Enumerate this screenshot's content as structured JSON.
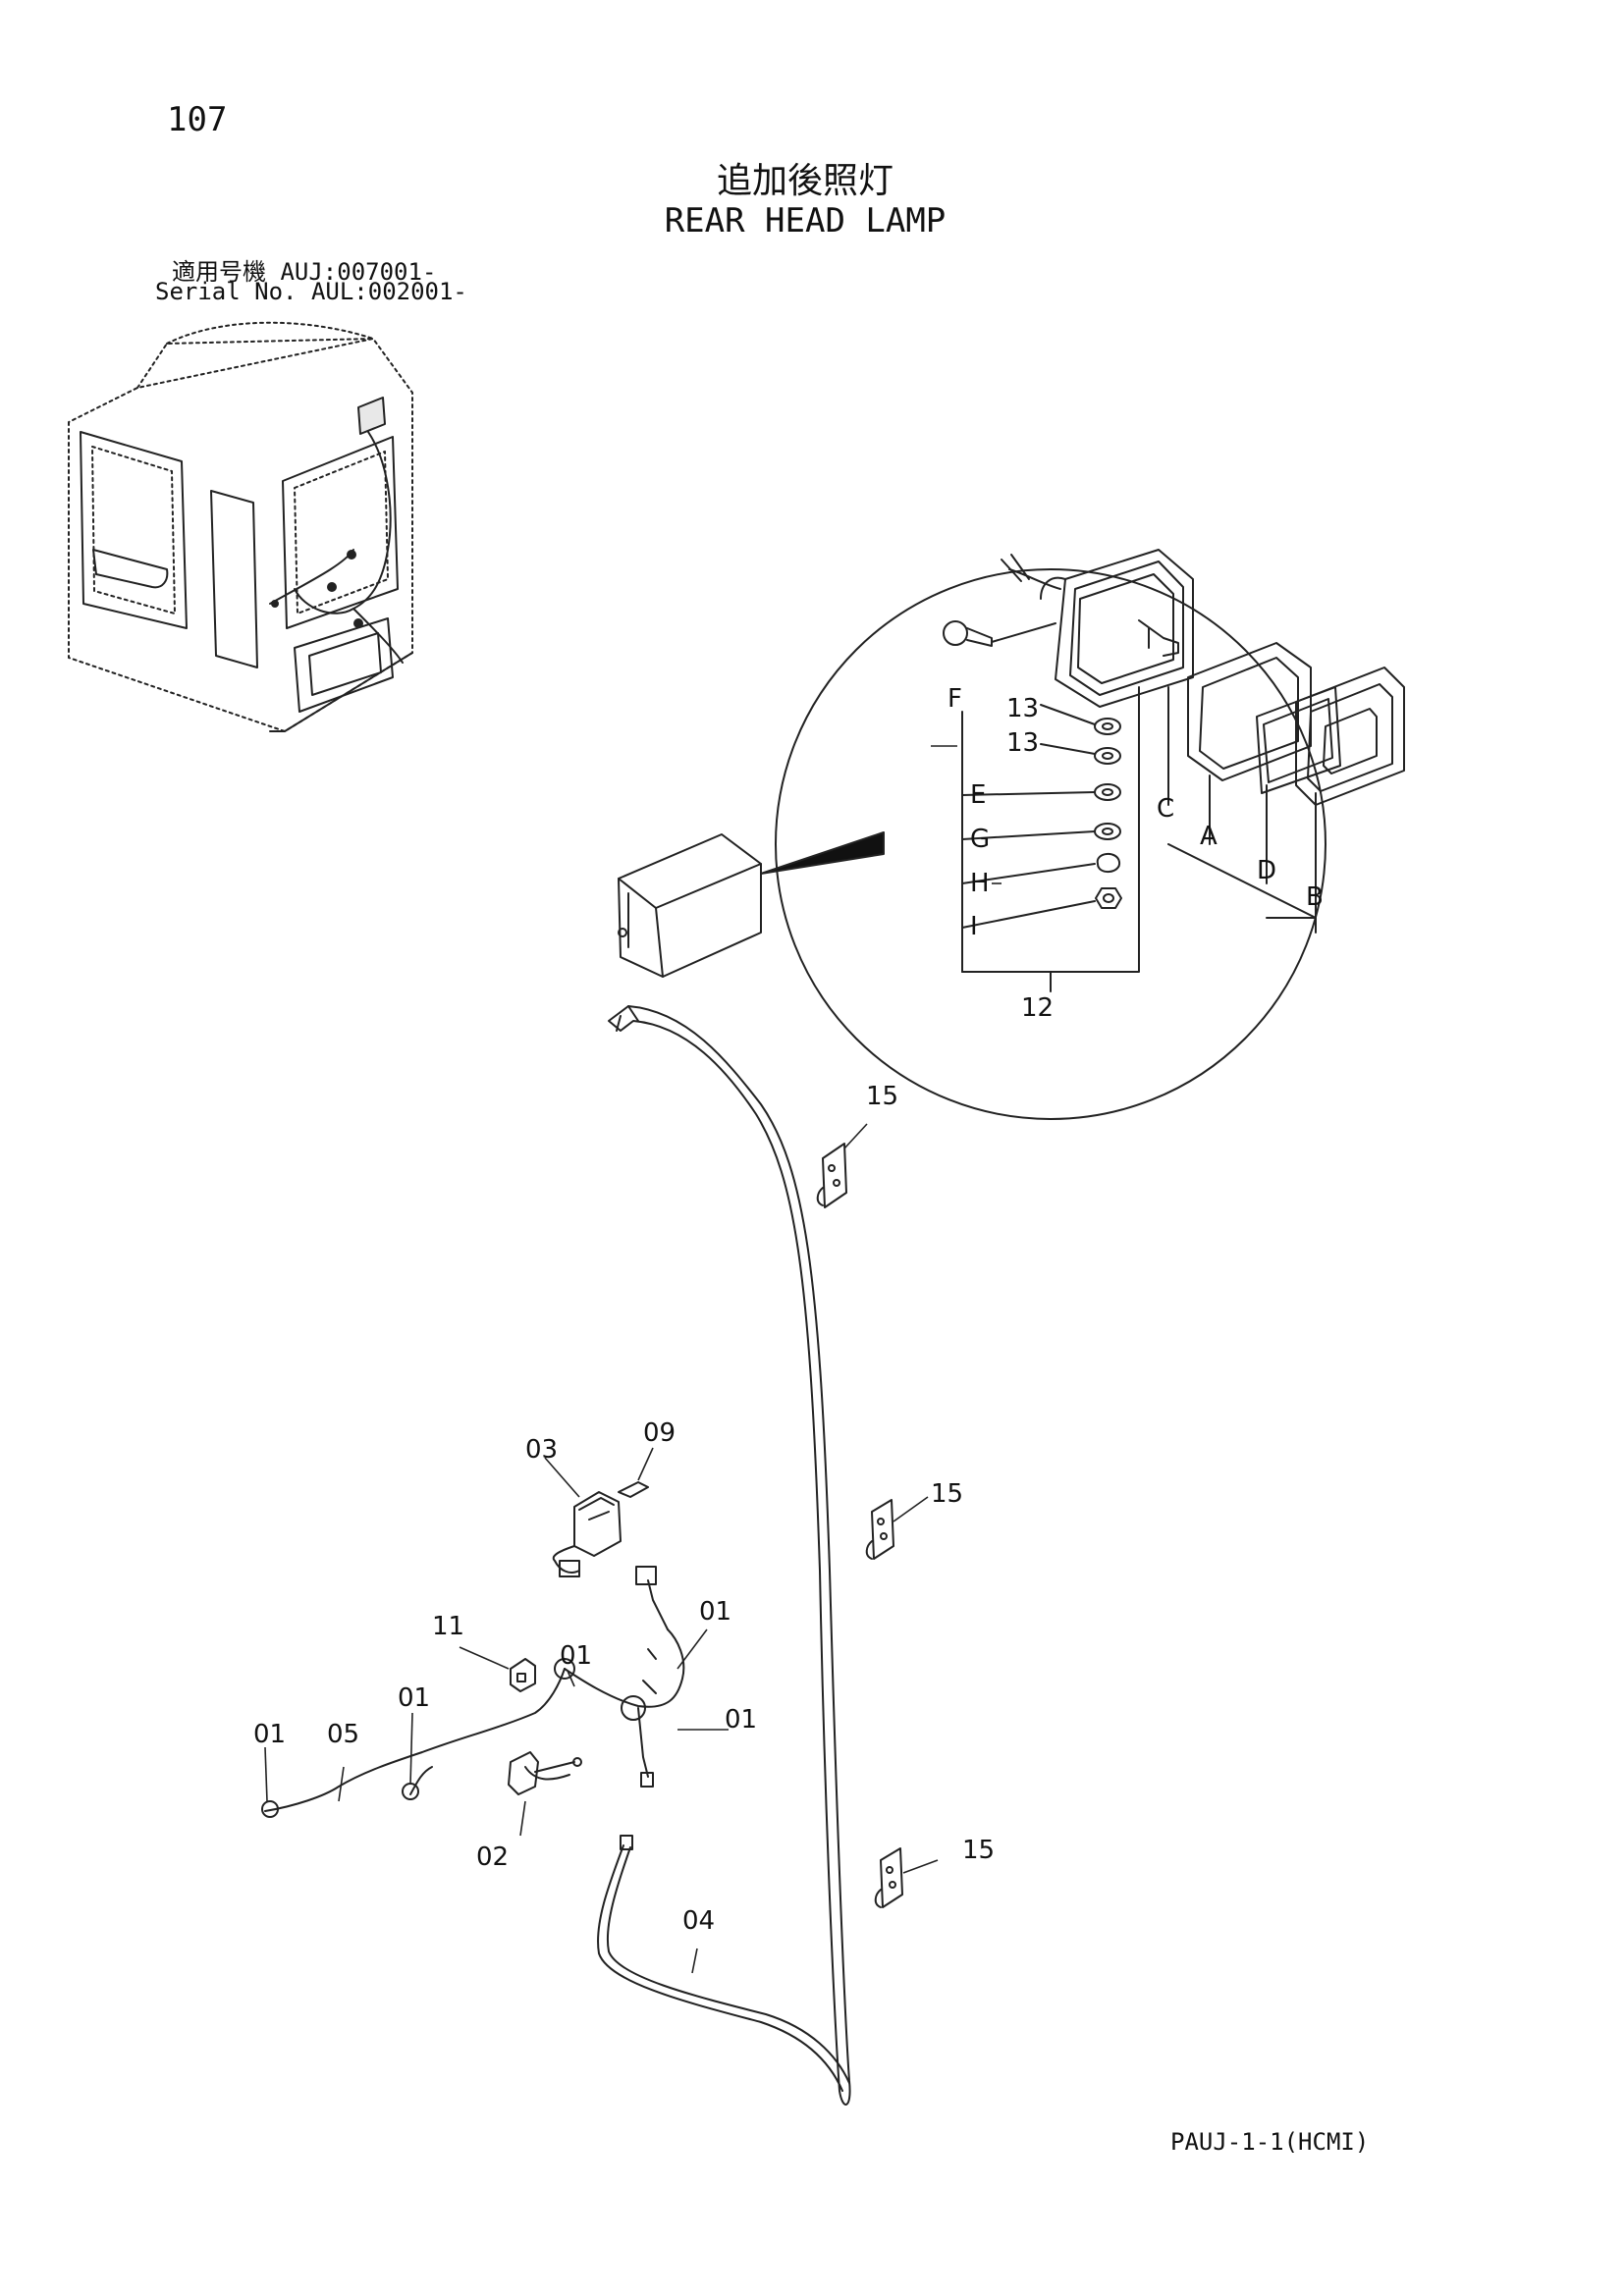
{
  "header": {
    "page_number": "107",
    "title_jp": "追加後照灯",
    "title_en": "REAR HEAD LAMP",
    "serial_line_1": "適用号機  AUJ:007001-",
    "serial_line_2": "Serial No. AUL:002001-"
  },
  "footer": {
    "code": "PAUJ-1-1(HCMI)"
  },
  "callouts": {
    "lamp_parts": [
      "F",
      "13",
      "13",
      "E",
      "G",
      "H",
      "I",
      "C",
      "A",
      "D",
      "B",
      "12"
    ],
    "harness_parts": [
      "15",
      "15",
      "15",
      "03",
      "09",
      "11",
      "01",
      "01",
      "01",
      "01",
      "01",
      "05",
      "02",
      "04"
    ]
  }
}
